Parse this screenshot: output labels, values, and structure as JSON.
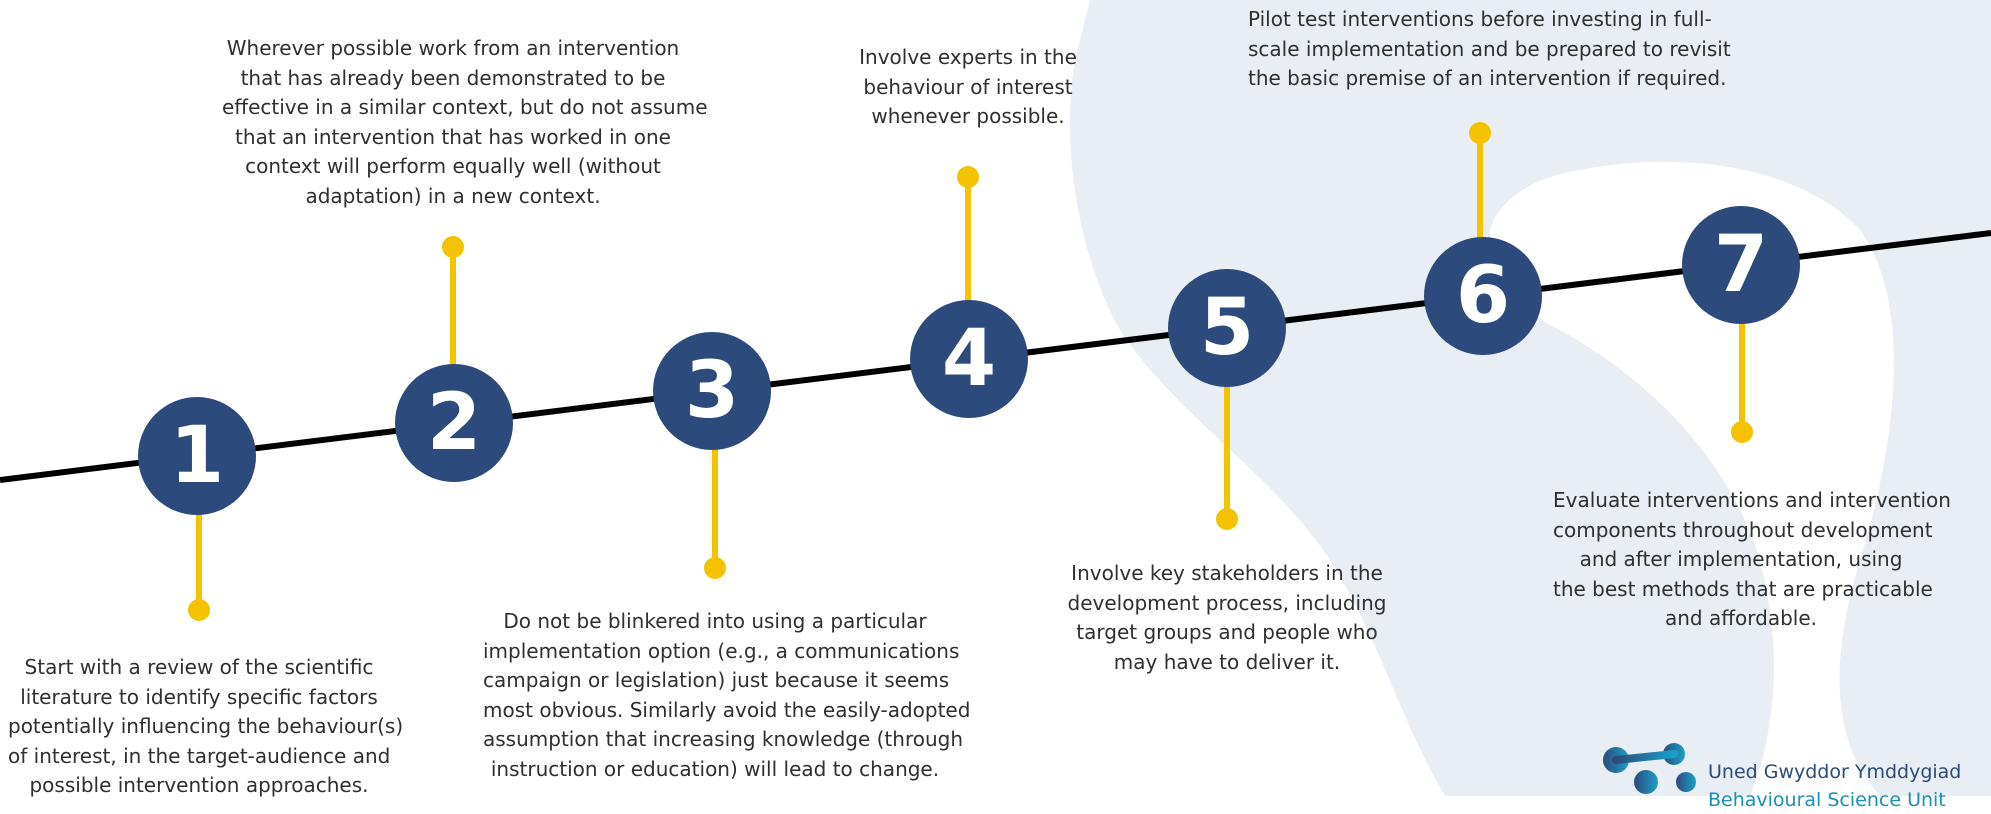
{
  "colors": {
    "circle": "#2d4a7c",
    "connector": "#f5c200",
    "line": "#000000",
    "background_shape": "#e8eef3"
  },
  "steps": [
    {
      "number": "1",
      "text": [
        "Start with a review of the scientific",
        "literature to identify specific factors",
        "potentially influencing the behaviour(s)",
        "of interest, in the target-audience and",
        "possible intervention approaches."
      ]
    },
    {
      "number": "2",
      "text": [
        "Wherever possible work from an intervention",
        "that has already been demonstrated to be",
        "effective in a similar context, but do not assume",
        "that an intervention that has worked in one",
        "context will perform equally well (without",
        "adaptation) in a new context."
      ]
    },
    {
      "number": "3",
      "text": [
        "Do not be blinkered into using a particular",
        "implementation option (e.g., a communications",
        "campaign or legislation) just because it seems",
        "most obvious. Similarly avoid the easily-adopted",
        "assumption that increasing knowledge (through",
        "instruction or education) will lead to change."
      ]
    },
    {
      "number": "4",
      "text": [
        "Involve experts in the",
        "behaviour of interest",
        "whenever possible."
      ]
    },
    {
      "number": "5",
      "text": [
        "Involve key stakeholders in the",
        "development process, including",
        "target groups and people who",
        "may have to deliver it."
      ]
    },
    {
      "number": "6",
      "text": [
        "Pilot test interventions before investing in full-",
        "scale implementation and be prepared to revisit",
        "the basic premise of an intervention if required."
      ]
    },
    {
      "number": "7",
      "text": [
        "Evaluate interventions and intervention",
        "components throughout development",
        "and after implementation, using",
        "the best methods that are practicable",
        "and affordable."
      ]
    }
  ],
  "logo": {
    "icon": "molecule-logo-icon",
    "line1": "Uned Gwyddor Ymddygiad",
    "line2": "Behavioural Science Unit"
  }
}
